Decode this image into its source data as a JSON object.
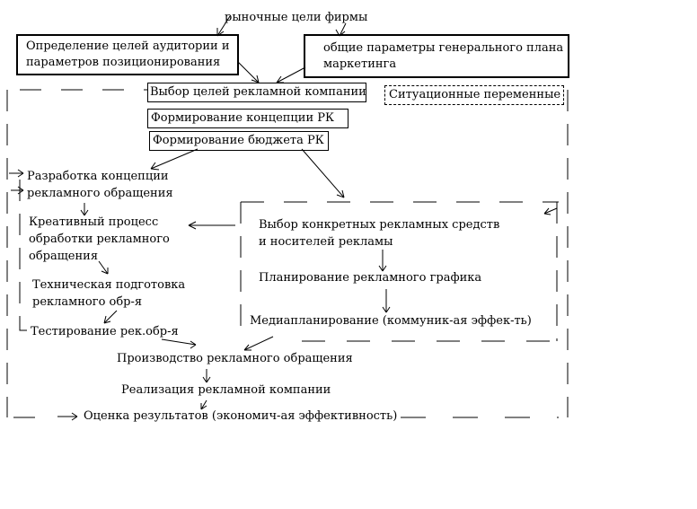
{
  "diagram": {
    "top_label": "рыночные цели фирмы",
    "box_audience": {
      "line1": "Определение целей аудитории и",
      "line2": "параметров позиционирования"
    },
    "box_marketing": {
      "line1": "общие параметры генерального плана",
      "line2": "маркетинга"
    },
    "step_goals": "Выбор целей рекламной компании",
    "situational": "Ситуационные переменные",
    "step_concept": "Формирование концепции РК",
    "step_budget": "Формирование бюджета РК",
    "left_branch": {
      "concept": {
        "line1": "Разработка концепции",
        "line2": "рекламного обращения"
      },
      "creative": {
        "line1": "Креативный процесс",
        "line2": "обработки рекламного",
        "line3": "обращения"
      },
      "technical": {
        "line1": "Техническая подготовка",
        "line2": "рекламного обр-я"
      },
      "testing": "Тестирование рек.обр-я"
    },
    "right_branch": {
      "media_choice": {
        "line1": "Выбор конкретных рекламных средств",
        "line2": "и носителей рекламы"
      },
      "schedule": "Планирование рекламного графика",
      "mediaplanning": "Медиапланирование (коммуник-ая эффек-ть)"
    },
    "production": "Производство  рекламного обращения",
    "implementation": "Реализация рекламной компании",
    "evaluation": "Оценка результатов (экономич-ая эффективность)"
  }
}
